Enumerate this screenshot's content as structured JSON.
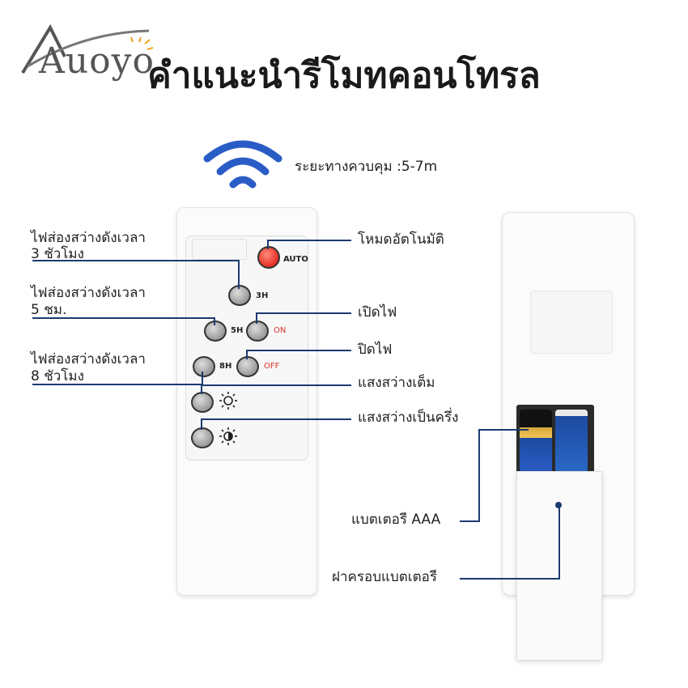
{
  "brand": {
    "logo_text": "Auoyo"
  },
  "title": "คำแนะนำรีโมทคอนโทรล",
  "range_label": "ระยะทางควบคุม :5-7m",
  "left_labels": {
    "light_3h": [
      "ไฟส่องสว่างดังเวลา",
      "3 ชัวโมง"
    ],
    "light_5h": [
      "ไฟส่องสว่างดังเวลา",
      "5 ชม."
    ],
    "light_8h": [
      "ไฟส่องสว่างดังเวลา",
      "8 ชัวโมง"
    ]
  },
  "right_labels": {
    "auto_mode": "โหมดอัตโนมัติ",
    "turn_on": "เปิดไฟ",
    "turn_off": "ปิดไฟ",
    "full_brightness": "แสงสว่างเต็ม",
    "half_brightness": "แสงสว่างเป็นครึ่ง",
    "battery": "แบตเตอรี AAA",
    "battery_cover": "ฝาครอบแบตเตอรี"
  },
  "buttons": {
    "auto": "AUTO",
    "h3": "3H",
    "h5": "5H",
    "on": "ON",
    "h8": "8H",
    "off": "OFF"
  },
  "colors": {
    "line": "#1c3a72",
    "auto_red": "#e8342a",
    "wifi_blue": "#2a5cc6"
  }
}
